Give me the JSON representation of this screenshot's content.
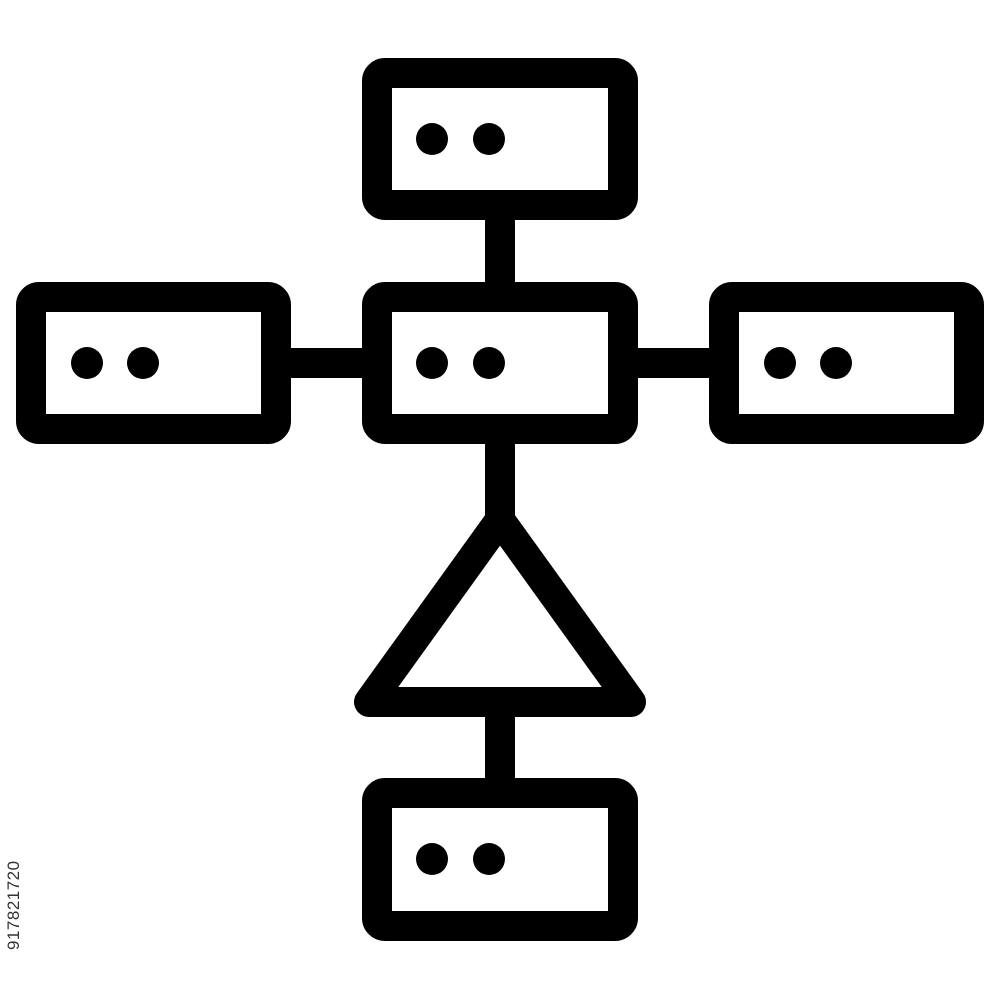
{
  "diagram": {
    "stroke_color": "#000000",
    "background_color": "#ffffff",
    "nodes": [
      {
        "id": "node-top",
        "shape": "rectangle",
        "dots": 2
      },
      {
        "id": "node-center",
        "shape": "rectangle",
        "dots": 2
      },
      {
        "id": "node-left",
        "shape": "rectangle",
        "dots": 2
      },
      {
        "id": "node-right",
        "shape": "rectangle",
        "dots": 2
      },
      {
        "id": "node-decision",
        "shape": "triangle"
      },
      {
        "id": "node-bottom",
        "shape": "rectangle",
        "dots": 2
      }
    ],
    "edges": [
      {
        "from": "node-top",
        "to": "node-center"
      },
      {
        "from": "node-left",
        "to": "node-center"
      },
      {
        "from": "node-center",
        "to": "node-right"
      },
      {
        "from": "node-center",
        "to": "node-decision"
      },
      {
        "from": "node-decision",
        "to": "node-bottom"
      }
    ]
  },
  "watermark": {
    "id_text": "917821720"
  }
}
